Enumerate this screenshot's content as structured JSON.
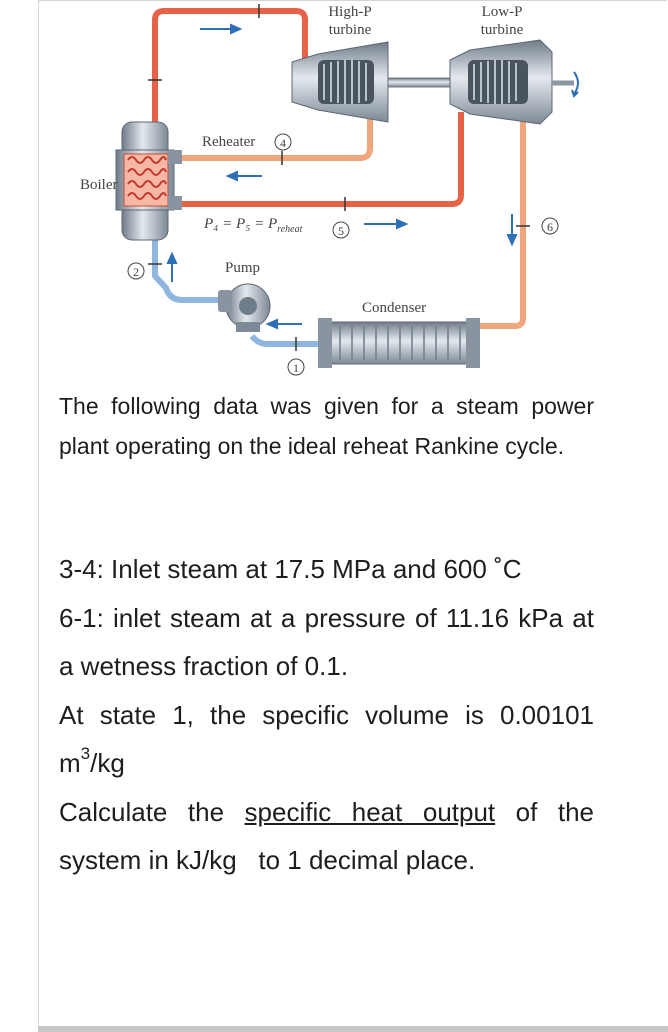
{
  "diagram": {
    "labels": {
      "high_p_line1": "High-P",
      "high_p_line2": "turbine",
      "low_p_line1": "Low-P",
      "low_p_line2": "turbine",
      "reheater": "Reheater",
      "boiler": "Boiler",
      "pump": "Pump",
      "condenser": "Condenser",
      "pressure_eq_main": "P₄ = P₅ = P",
      "pressure_eq_sub": "reheat"
    },
    "states": [
      "1",
      "2",
      "4",
      "5",
      "6"
    ],
    "colors": {
      "hot_steam": "#e8624a",
      "warm_steam": "#f0a57c",
      "water": "#8fb6de",
      "metal": "#9aa7b4"
    }
  },
  "text": {
    "intro": "The following data was given for a steam power plant operating on the ideal reheat Rankine cycle.",
    "line1": "3-4: Inlet steam at 17.5 MPa and 600 ˚C",
    "line2": "6-1: inlet steam at a pressure of 11.16 kPa at a wetness fraction of 0.1.",
    "line3_prefix": "At state 1, the specific volume is 0.00101 m",
    "line3_sup": "3",
    "line3_suffix": "/kg",
    "line4_prefix": "Calculate the ",
    "line4_underlined": "specific heat output",
    "line4_suffix": " of the system in kJ/kg   to 1 decimal place."
  }
}
